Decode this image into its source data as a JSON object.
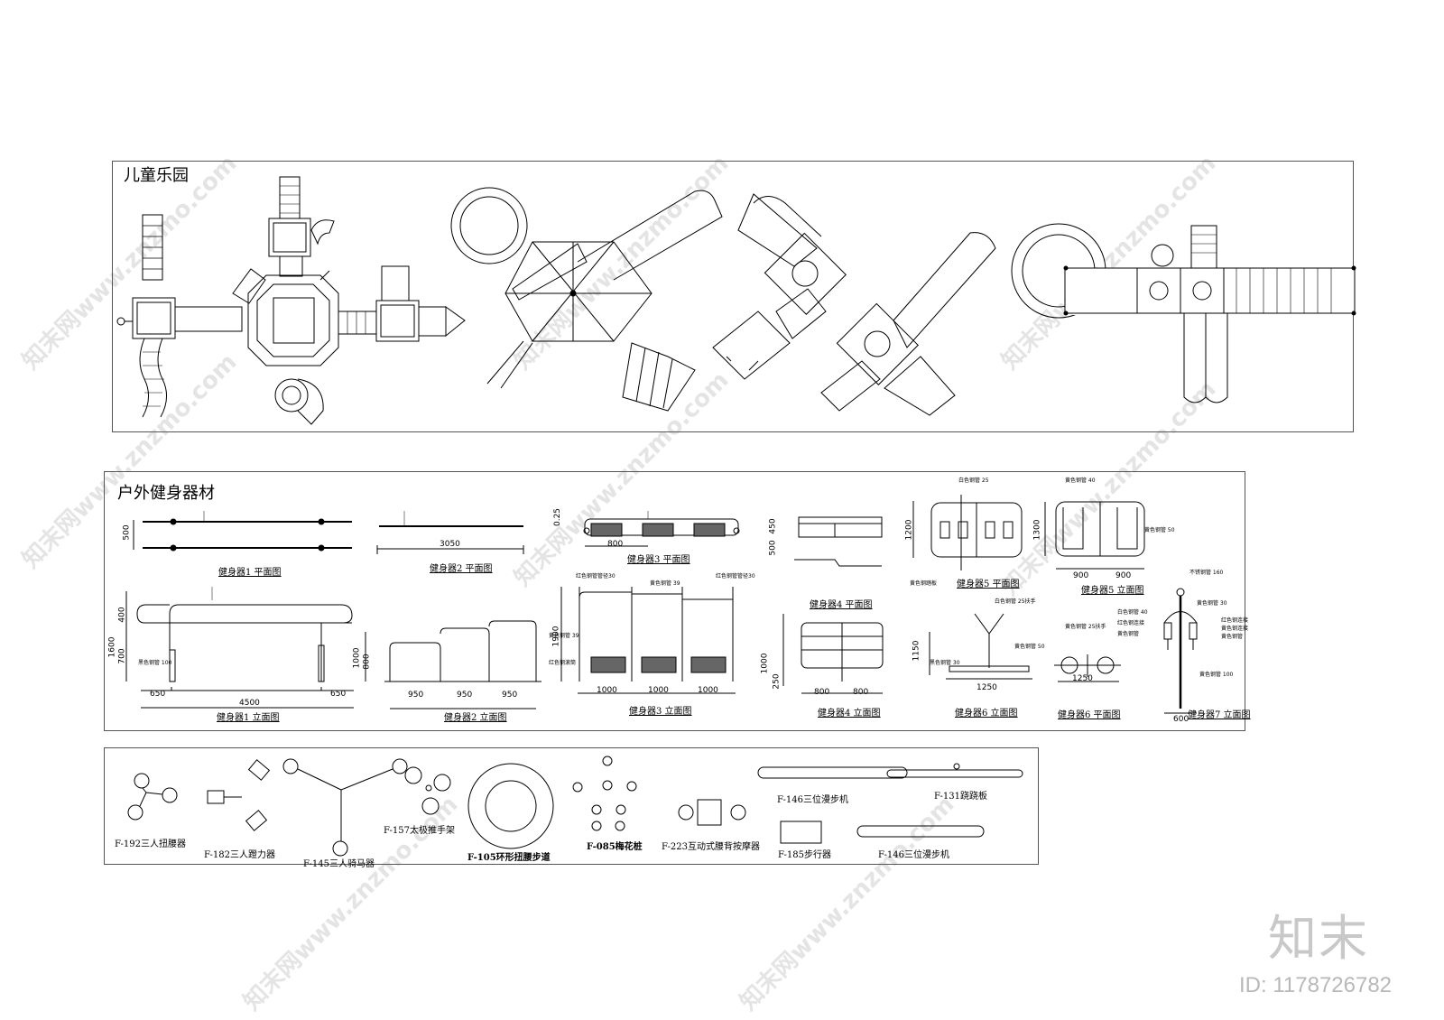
{
  "section1": {
    "title": "儿童乐园"
  },
  "section2": {
    "title": "户外健身器材",
    "captions": {
      "c1p": "健身器1 平面图",
      "c2p": "健身器2 平面图",
      "c3p": "健身器3 平面图",
      "c4p": "健身器4 平面图",
      "c5p": "健身器5 平面图",
      "c5e": "健身器5 立面图",
      "c1e": "健身器1 立面图",
      "c2e": "健身器2 立面图",
      "c3e": "健身器3 立面图",
      "c4e": "健身器4 立面图",
      "c6e": "健身器6 立面图",
      "c6p": "健身器6 平面图",
      "c7e": "健身器7 立面图"
    },
    "dims": {
      "d500": "500",
      "d3050": "3050",
      "d800a": "800",
      "d025": "0.25",
      "d450": "450",
      "d500b": "500",
      "d1200": "1200",
      "d1300": "1300",
      "d900a": "900",
      "d900b": "900",
      "d400": "400",
      "d1600": "1600",
      "d700": "700",
      "d650a": "650",
      "d4500": "4500",
      "d650b": "650",
      "d1000a": "1000",
      "d800b": "800",
      "d950a": "950",
      "d950b": "950",
      "d950c": "950",
      "d1000b": "1000",
      "d1000c": "1000",
      "d1000d": "1000",
      "d1900": "1900",
      "d1000e": "1000",
      "d250": "250",
      "d800c": "800",
      "d800d": "800",
      "d1150": "1150",
      "d1250a": "1250",
      "d1250b": "1250",
      "d600": "600"
    },
    "notes": {
      "n5a": "白色钢管 25",
      "n5b": "黄色钢踏板",
      "n5c": "黄色钢管 40",
      "n5d": "黄色钢管 50",
      "n3a": "红色钢管管径30",
      "n3b": "黄色钢管 39",
      "n3c": "红色钢管管径30",
      "n3d": "黄色钢管 39",
      "n3e": "红色钢滚筒",
      "n1a": "黑色钢管 100",
      "n6a": "白色钢管 25扶手",
      "n6b": "黄色钢管 50",
      "n6c": "黑色钢管 30",
      "n6d": "黄色钢管 25扶手",
      "n7a": "不锈钢管 160",
      "n7b": "黄色钢管 30",
      "n7c": "白色钢管 40",
      "n7d": "红色钢连接",
      "n7e": "黄色钢管",
      "n7f": "红色钢连接",
      "n7g": "黄色钢连接",
      "n7h": "黄色钢管",
      "n7i": "黄色钢管 100"
    }
  },
  "section3": {
    "items": {
      "i1": "F-192三人扭腰器",
      "i2": "F-182三人蹬力器",
      "i3": "F-145三人骑马器",
      "i4": "F-157太极推手架",
      "i5": "F-105环形扭腰步道",
      "i6": "F-085梅花桩",
      "i7": "F-223互动式腰背按摩器",
      "i8": "F-146三位漫步机",
      "i9": "F-185步行器",
      "i10": "F-131跷跷板",
      "i11": "F-146三位漫步机"
    }
  },
  "watermark": {
    "text": "知末网www.znzmo.com",
    "logo": "知末",
    "id": "ID: 1178726782"
  }
}
